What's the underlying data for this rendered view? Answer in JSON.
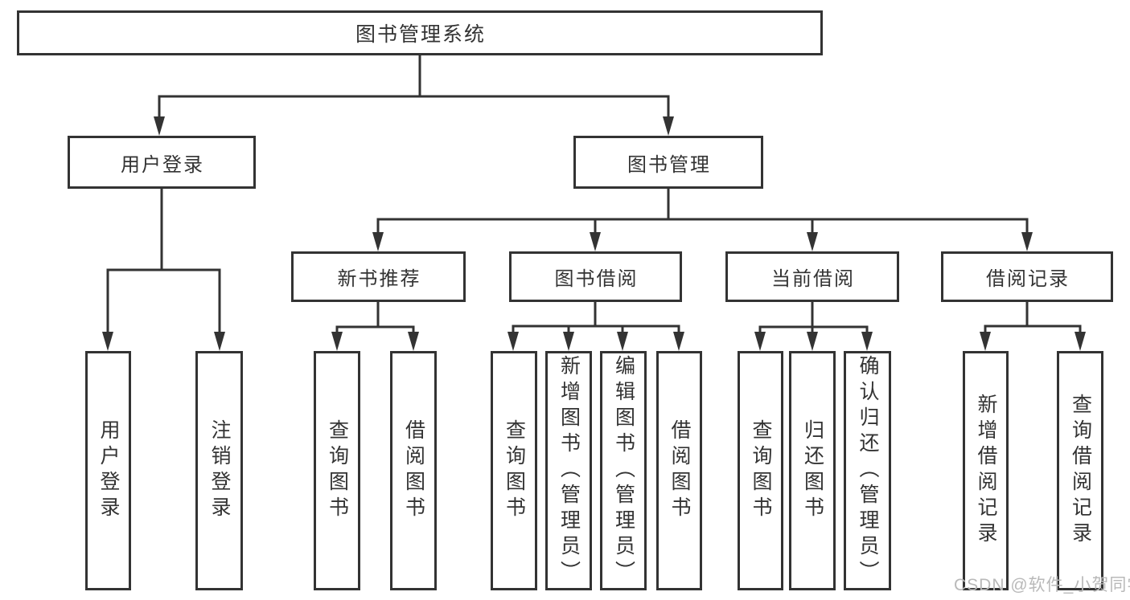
{
  "diagram": {
    "watermark": "CSDN @软件_小贺同学",
    "colors": {
      "line": "#333333",
      "text": "#333333",
      "box_background": "#ffffff",
      "watermark": "#b9b9b9"
    },
    "tree": {
      "label": "图书管理系统",
      "children": [
        {
          "label": "用户登录",
          "children": [
            {
              "label": "用户登录"
            },
            {
              "label": "注销登录"
            }
          ]
        },
        {
          "label": "图书管理",
          "children": [
            {
              "label": "新书推荐",
              "children": [
                {
                  "label": "查询图书"
                },
                {
                  "label": "借阅图书"
                }
              ]
            },
            {
              "label": "图书借阅",
              "children": [
                {
                  "label": "查询图书"
                },
                {
                  "label": "新增图书（管理员）"
                },
                {
                  "label": "编辑图书（管理员）"
                },
                {
                  "label": "借阅图书"
                }
              ]
            },
            {
              "label": "当前借阅",
              "children": [
                {
                  "label": "查询图书"
                },
                {
                  "label": "归还图书"
                },
                {
                  "label": "确认归还（管理员）"
                }
              ]
            },
            {
              "label": "借阅记录",
              "children": [
                {
                  "label": "新增借阅记录"
                },
                {
                  "label": "查询借阅记录"
                }
              ]
            }
          ]
        }
      ]
    }
  }
}
